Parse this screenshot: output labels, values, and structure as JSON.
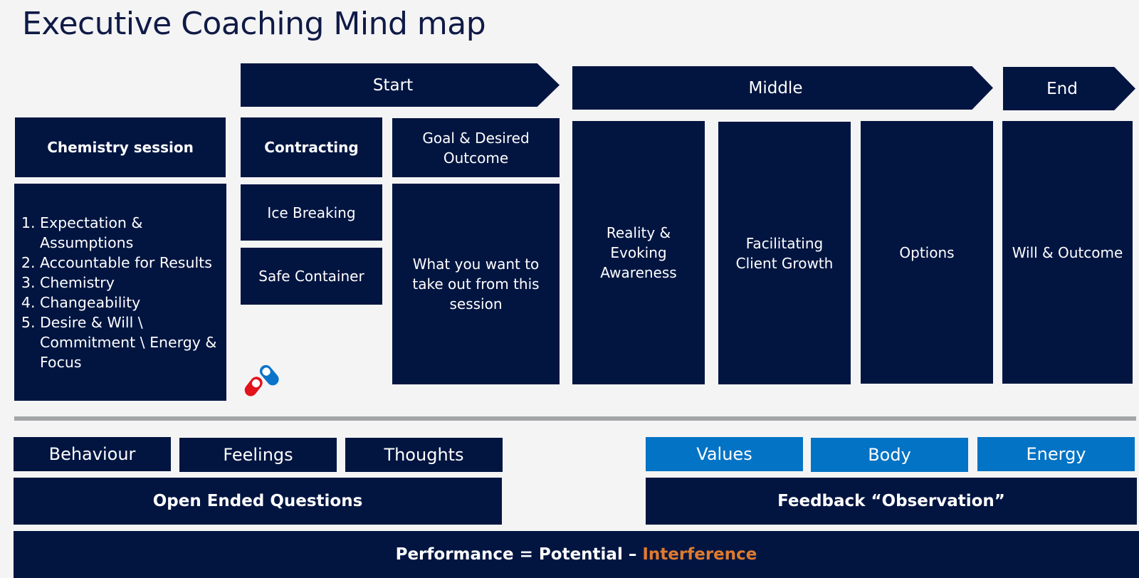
{
  "title": "Executive Coaching Mind map",
  "stages": {
    "start": "Start",
    "middle": "Middle",
    "end": "End"
  },
  "chemistry": {
    "header": "Chemistry session",
    "items": [
      "Expectation & Assumptions",
      "Accountable for Results",
      "Chemistry",
      "Changeability",
      "Desire & Will \\ Commitment \\ Energy & Focus"
    ]
  },
  "start_boxes": {
    "contracting": "Contracting",
    "ice_breaking": "Ice Breaking",
    "safe_container": "Safe Container",
    "goal": "Goal & Desired Outcome",
    "goal_detail": "What you want to take out from this session"
  },
  "middle_boxes": {
    "reality": "Reality & Evoking Awareness",
    "facilitating": "Facilitating Client Growth",
    "options": "Options"
  },
  "end_boxes": {
    "will": "Will & Outcome"
  },
  "bottom": {
    "left_tags": [
      "Behaviour",
      "Feelings",
      "Thoughts"
    ],
    "right_tags": [
      "Values",
      "Body",
      "Energy"
    ],
    "open_questions": "Open Ended Questions",
    "feedback": "Feedback “Observation”",
    "formula": {
      "main": "Performance = Potential – ",
      "accent": "Interference"
    }
  },
  "colors": {
    "navy": "#021541",
    "blue": "#0373c5",
    "accent": "#e07b2d",
    "pill_red": "#e3121b",
    "pill_blue": "#0b73c9"
  }
}
